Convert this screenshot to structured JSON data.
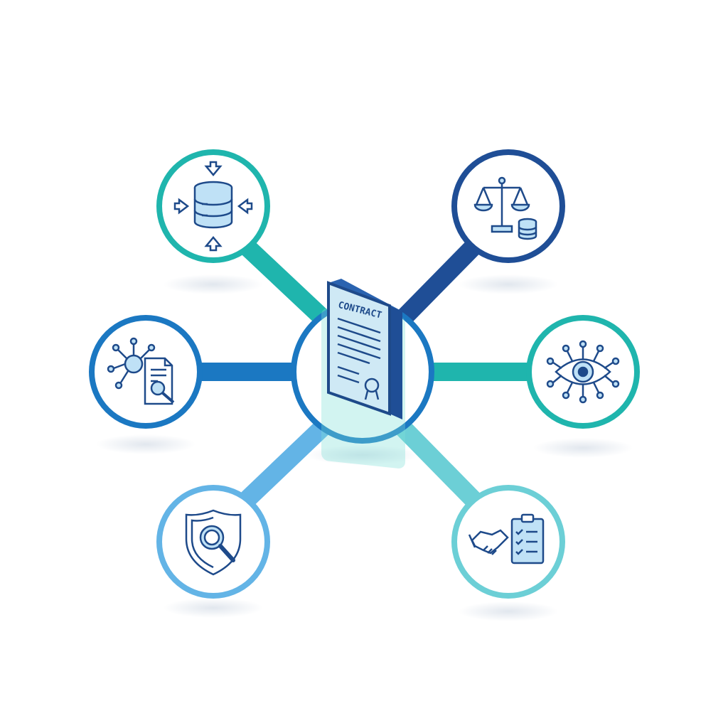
{
  "colors": {
    "teal": "#1fb5ad",
    "navy": "#1f4e96",
    "blue": "#1b78c2",
    "light_blue": "#63b4e6",
    "aqua": "#6ccfd6",
    "icon_stroke": "#1e4a8a",
    "icon_fill": "#bfe1f6",
    "background": "#ffffff"
  },
  "center": {
    "icon": "contract-document-icon",
    "label": "CONTRACT"
  },
  "nodes": [
    {
      "id": "data-ingestion",
      "icon": "database-arrows-icon",
      "ring_color": "#1fb5ad"
    },
    {
      "id": "compliance-balance",
      "icon": "scales-coins-icon",
      "ring_color": "#1f4e96"
    },
    {
      "id": "network-document-search",
      "icon": "network-document-search-icon",
      "ring_color": "#1b78c2"
    },
    {
      "id": "monitoring",
      "icon": "eye-network-icon",
      "ring_color": "#1fb5ad"
    },
    {
      "id": "risk-audit",
      "icon": "shield-magnifier-icon",
      "ring_color": "#63b4e6"
    },
    {
      "id": "agreement-checklist",
      "icon": "handshake-checklist-icon",
      "ring_color": "#6ccfd6"
    }
  ]
}
